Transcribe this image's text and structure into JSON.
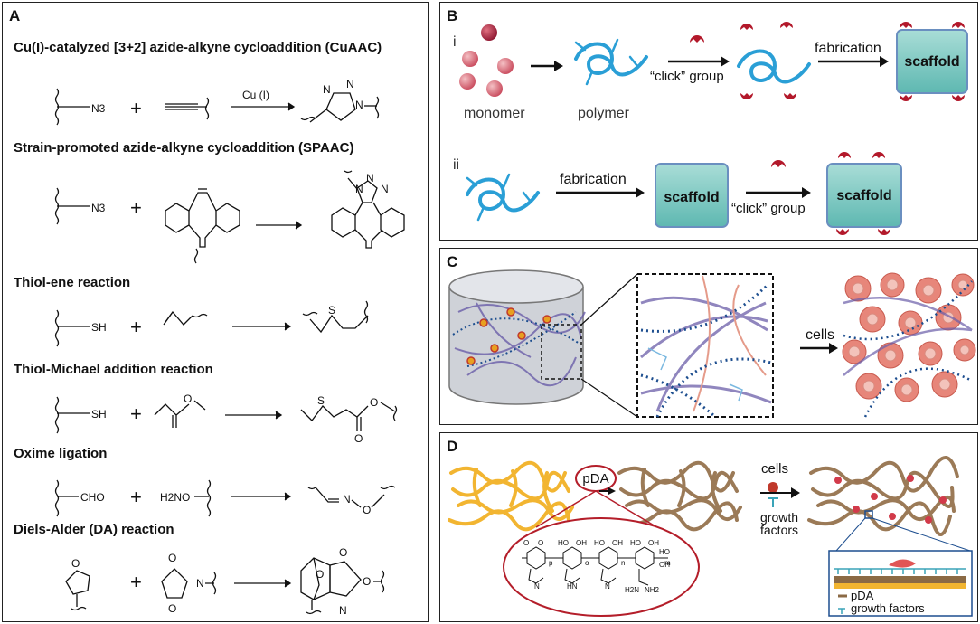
{
  "panelA": {
    "label": "A",
    "reactions": [
      {
        "title": "Cu(I)-catalyzed [3+2] azide-alkyne cycloaddition (CuAAC)",
        "reagent1": "N3",
        "catalyst": "Cu (I)",
        "product_atoms": [
          "N",
          "N",
          "N"
        ]
      },
      {
        "title": "Strain-promoted azide-alkyne cycloaddition (SPAAC)",
        "reagent1": "N3",
        "product_atoms": [
          "N",
          "N",
          "N"
        ]
      },
      {
        "title": "Thiol-ene reaction",
        "reagent1": "SH",
        "product_atoms": [
          "S"
        ]
      },
      {
        "title": "Thiol-Michael addition reaction",
        "reagent1": "SH",
        "reagent2_atoms": [
          "O"
        ],
        "product_atoms": [
          "S",
          "O",
          "O"
        ]
      },
      {
        "title": "Oxime ligation",
        "reagent1": "CHO",
        "reagent2": "H2NO",
        "product_atoms": [
          "N",
          "O"
        ]
      },
      {
        "title": "Diels-Alder (DA) reaction",
        "reagent1_atoms": [
          "O"
        ],
        "reagent2_atoms": [
          "O",
          "N",
          "O"
        ],
        "product_atoms": [
          "O",
          "O",
          "N",
          "O"
        ]
      }
    ],
    "plus": "+"
  },
  "panelB": {
    "label": "B",
    "row_i": {
      "numeral": "i",
      "monomer": "monomer",
      "polymer": "polymer",
      "click": "“click” group",
      "fabrication": "fabrication",
      "scaffold": "scaffold"
    },
    "row_ii": {
      "numeral": "ii",
      "fabrication": "fabrication",
      "scaffold1": "scaffold",
      "click": "“click” group",
      "scaffold2": "scaffold"
    }
  },
  "panelC": {
    "label": "C",
    "cells": "cells"
  },
  "panelD": {
    "label": "D",
    "pda": "pDA",
    "cells": "cells",
    "growth": "growth\nfactors",
    "legend_pda": "pDA",
    "legend_gf": "growth factors",
    "struct_atoms": [
      "O",
      "O",
      "HO",
      "OH",
      "HO",
      "OH",
      "HO",
      "OH",
      "HO",
      "OH",
      "N",
      "HN",
      "N",
      "H2N",
      "NH2",
      "p",
      "o",
      "n",
      "m"
    ]
  },
  "colors": {
    "teal": "#7cc8c4",
    "scaffold_border": "#6a8fc0",
    "cap": "#b3192b",
    "polymer": "#2a9fd6",
    "yellow": "#f2b531",
    "brown": "#9b7a57",
    "oval": "#b41e2a"
  }
}
